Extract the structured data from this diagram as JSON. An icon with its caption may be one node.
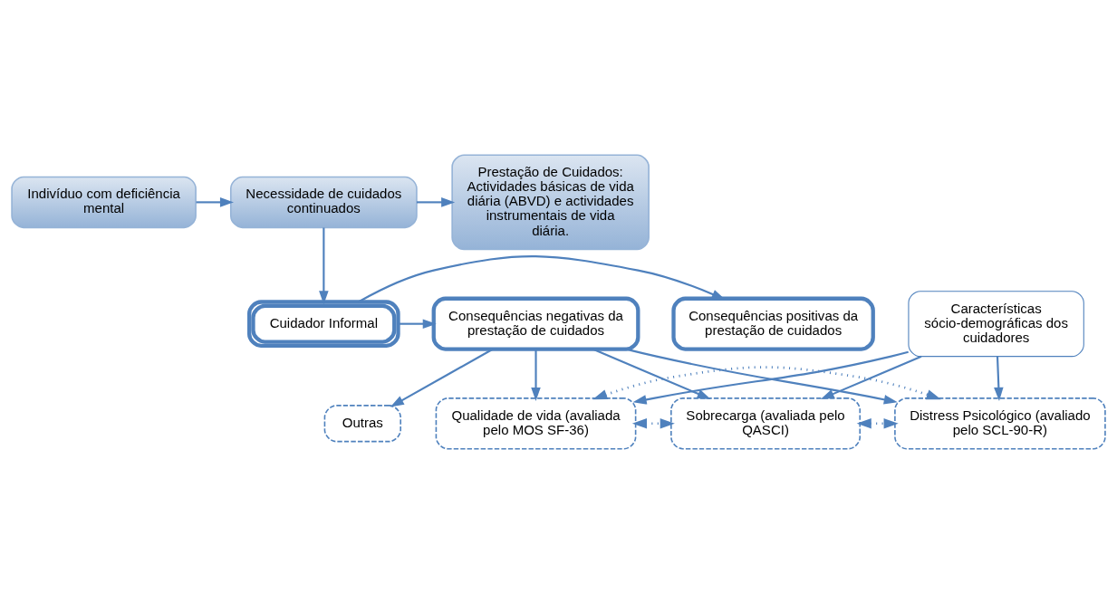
{
  "diagram": {
    "nodes": [
      {
        "text": [
          "Indivíduo com deficiência mental"
        ]
      },
      {
        "text": [
          "Necessidade de cuidados continuados"
        ]
      },
      {
        "text": [
          "Prestação de Cuidados: Actividades básicas de vida diária (ABVD) e actividades instrumentais de vida diária."
        ]
      },
      {
        "text": [
          "Cuidador Informal"
        ]
      },
      {
        "text": [
          "Consequências positivas da prestação de cuidados"
        ]
      },
      {
        "text": [
          "Consequências negativas da prestação de cuidados"
        ]
      },
      {
        "text": [
          "Outras"
        ]
      },
      {
        "text": [
          "Qualidade de vida (avaliada pelo MOS SF-36)"
        ]
      },
      {
        "text": [
          "Sobrecarga (avaliada pelo QASCI)"
        ]
      },
      {
        "text": [
          "Distress Psicológico (avaliado pelo SCL-90-R)"
        ]
      },
      {
        "text": [
          "Características sócio-demográficas dos cuidadores"
        ]
      }
    ],
    "edges": [
      {
        "from": 0,
        "to": 1,
        "arrow": "to"
      },
      {
        "from": 1,
        "to": 2,
        "arrow": "to"
      },
      {
        "from": 1,
        "to": 3,
        "arrow": "to"
      },
      {
        "from": 3,
        "to": 4,
        "arrow": "to"
      },
      {
        "from": 3,
        "to": 5,
        "arrow": "to"
      },
      {
        "from": 5,
        "to": 6,
        "arrow": "to"
      },
      {
        "from": 5,
        "to": 7,
        "arrow": "to"
      },
      {
        "from": 5,
        "to": 8,
        "arrow": "to"
      },
      {
        "from": 5,
        "to": 9,
        "arrow": "to"
      },
      {
        "from": 7,
        "to": 8,
        "arrow": "both",
        "style": "dashed"
      },
      {
        "from": 8,
        "to": 9,
        "arrow": "both",
        "style": "dashed"
      },
      {
        "from": 7,
        "to": 9,
        "arrow": "both",
        "style": "dashed"
      },
      {
        "from": 10,
        "to": 7,
        "arrow": "to"
      },
      {
        "from": 10,
        "to": 8,
        "arrow": "to"
      },
      {
        "from": 10,
        "to": 9,
        "arrow": "to"
      }
    ]
  }
}
